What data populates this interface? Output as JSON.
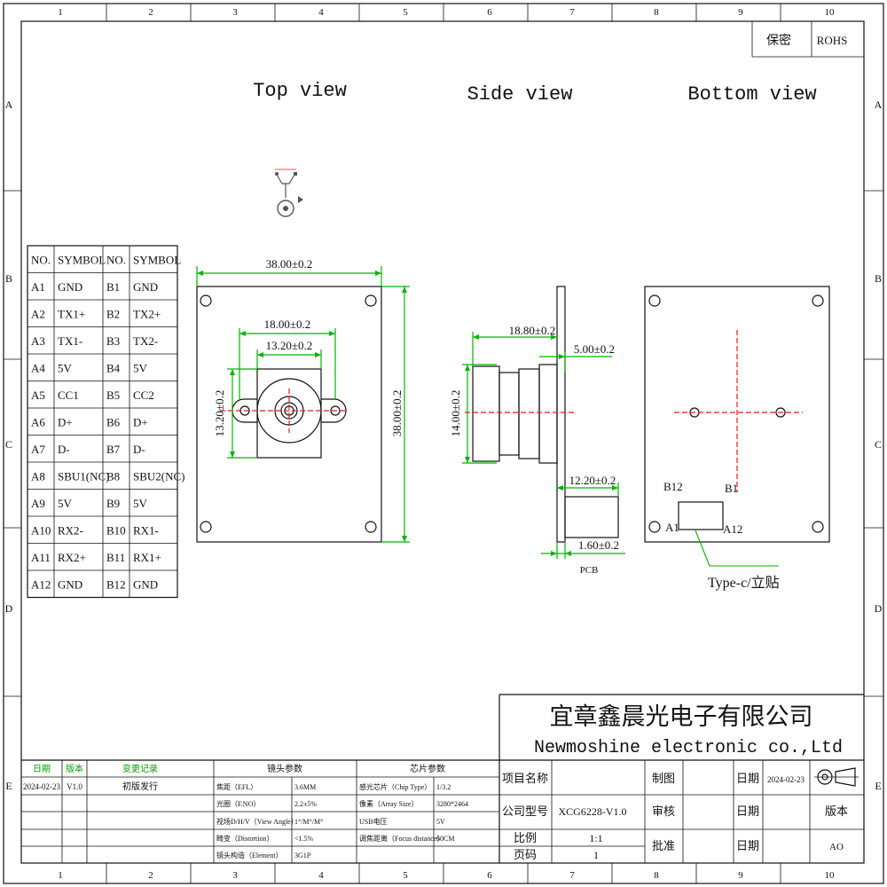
{
  "frame": {
    "col_labels": [
      "1",
      "2",
      "3",
      "4",
      "5",
      "6",
      "7",
      "8",
      "9",
      "10"
    ],
    "row_labels": [
      "A",
      "B",
      "C",
      "D",
      "E"
    ]
  },
  "corner_box": {
    "secret": "保密",
    "rohs": "ROHS"
  },
  "views": {
    "top": "Top view",
    "side": "Side view",
    "bottom": "Bottom view"
  },
  "pin_table": {
    "headers": [
      "NO.",
      "SYMBOL",
      "NO.",
      "SYMBOL"
    ],
    "rows": [
      [
        "A1",
        "GND",
        "B1",
        "GND"
      ],
      [
        "A2",
        "TX1+",
        "B2",
        "TX2+"
      ],
      [
        "A3",
        "TX1-",
        "B3",
        "TX2-"
      ],
      [
        "A4",
        "5V",
        "B4",
        "5V"
      ],
      [
        "A5",
        "CC1",
        "B5",
        "CC2"
      ],
      [
        "A6",
        "D+",
        "B6",
        "D+"
      ],
      [
        "A7",
        "D-",
        "B7",
        "D-"
      ],
      [
        "A8",
        "SBU1(NC)",
        "B8",
        "SBU2(NC)"
      ],
      [
        "A9",
        "5V",
        "B9",
        "5V"
      ],
      [
        "A10",
        "RX2-",
        "B10",
        "RX1-"
      ],
      [
        "A11",
        "RX2+",
        "B11",
        "RX1+"
      ],
      [
        "A12",
        "GND",
        "B12",
        "GND"
      ]
    ]
  },
  "dims": {
    "top_width": "38.00±0.2",
    "top_height": "38.00±0.2",
    "lens_outer": "18.00±0.2",
    "lens_inner": "13.20±0.2",
    "lens_vertical": "13.20±0.2",
    "side_length": "18.80±0.2",
    "side_board": "5.00±0.2",
    "side_height": "14.00±0.2",
    "side_conn": "12.20±0.2",
    "side_pcb": "1.60±0.2"
  },
  "labels": {
    "pcb": "PCB",
    "b12": "B12",
    "b1": "B1",
    "a1": "A1",
    "a12": "A12",
    "typec": "Type-c/立贴"
  },
  "company": {
    "cn": "宜章鑫晨光电子有限公司",
    "en": "Newmoshine  electronic co.,Ltd"
  },
  "revision": {
    "headers": [
      "日期",
      "版本",
      "变更记录"
    ],
    "row": [
      "2024-02-23",
      "V1.0",
      "初版发行"
    ]
  },
  "lens_params": {
    "title": "镜头参数",
    "rows": [
      [
        "焦距（EFL）",
        "3.6MM"
      ],
      [
        "光圈（F.NO）",
        "2.2±5%"
      ],
      [
        "视场D/H/V（View Angle）",
        "1°/M°/M°"
      ],
      [
        "畸变（Distortion）",
        "<1.5%"
      ],
      [
        "镜头构造（Element）",
        "3G1P"
      ]
    ]
  },
  "chip_params": {
    "title": "芯片参数",
    "rows": [
      [
        "感光芯片（Chip Type）",
        "1/3.2"
      ],
      [
        "像素（Array Size）",
        "3280*2464"
      ],
      [
        "USB电压",
        "5V"
      ],
      [
        "调焦距离（Focus distance）",
        "60CM"
      ],
      [
        "",
        ""
      ]
    ]
  },
  "title_block": {
    "project_label": "项目名称",
    "model_label": "公司型号",
    "model_value": "XCG6228-V1.0",
    "scale_label": "比例",
    "scale_value": "1:1",
    "page_label": "页码",
    "page_value": "1",
    "draw_label": "制图",
    "check_label": "审核",
    "approve_label": "批准",
    "date_label": "日期",
    "date_value": "2024-02-23",
    "version_label": "版本",
    "version_value": "AO"
  }
}
